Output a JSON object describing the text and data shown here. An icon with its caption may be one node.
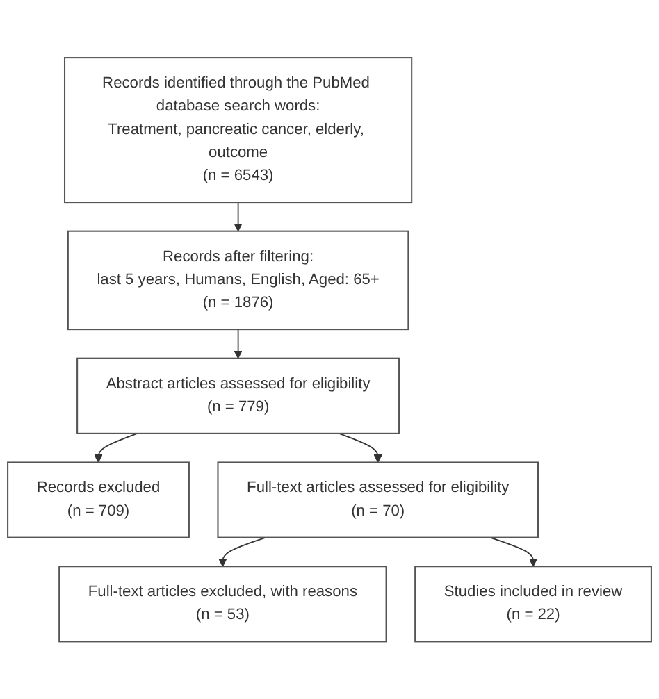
{
  "diagram": {
    "nodes": [
      {
        "text": [
          "Records identified through the PubMed database search words:",
          "Treatment, pancreatic cancer, elderly, outcome",
          "(n = 6543)"
        ]
      },
      {
        "text": [
          "Records after filtering:",
          "last 5 years, Humans, English, Aged: 65+",
          "(n = 1876)"
        ]
      },
      {
        "text": [
          "Abstract articles assessed for eligibility",
          "(n = 779)"
        ]
      },
      {
        "text": [
          "Records excluded",
          "(n = 709)"
        ]
      },
      {
        "text": [
          "Full-text articles assessed for eligibility",
          "(n = 70)"
        ]
      },
      {
        "text": [
          "Full-text articles excluded, with reasons",
          "(n = 53)"
        ]
      },
      {
        "text": [
          "Studies included in review",
          "(n = 22)"
        ]
      }
    ],
    "edges": [
      {
        "from": 0,
        "to": 1,
        "arrow": "to"
      },
      {
        "from": 1,
        "to": 2,
        "arrow": "to"
      },
      {
        "from": 2,
        "to": 3,
        "arrow": "to"
      },
      {
        "from": 2,
        "to": 4,
        "arrow": "to"
      },
      {
        "from": 4,
        "to": 5,
        "arrow": "to"
      },
      {
        "from": 4,
        "to": 6,
        "arrow": "to"
      }
    ]
  }
}
